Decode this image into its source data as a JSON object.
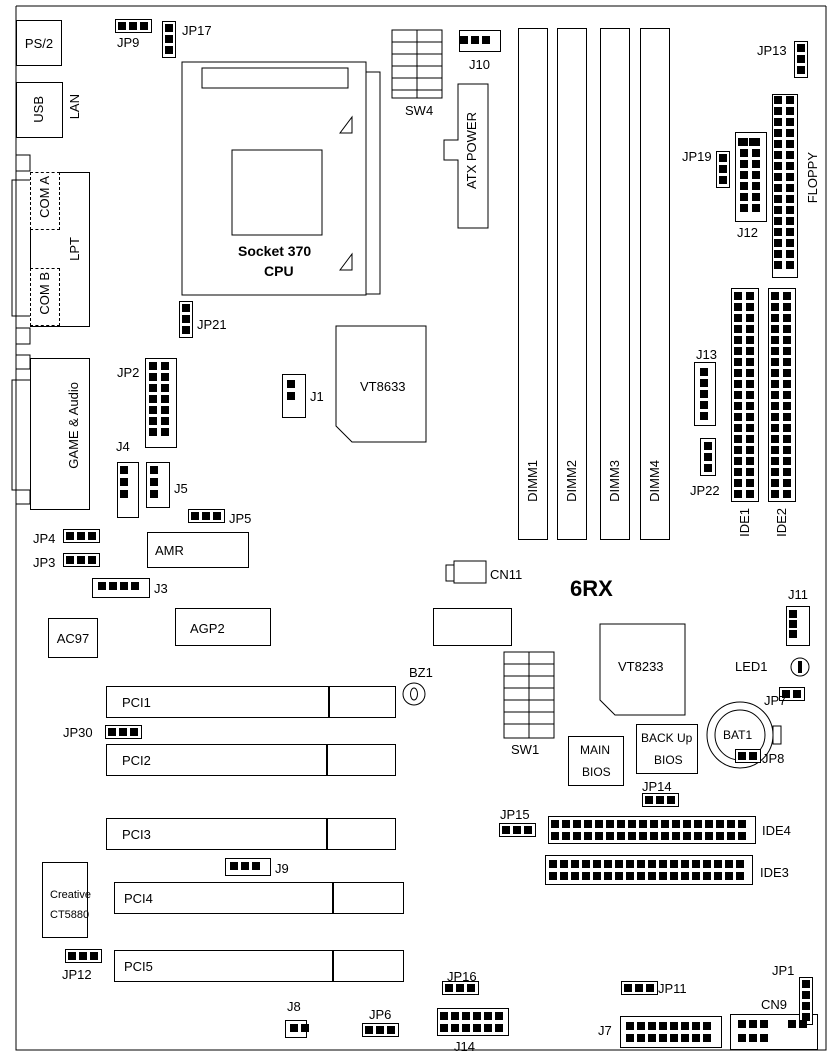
{
  "title": "6RX",
  "cpu": {
    "line1": "Socket 370",
    "line2": "CPU"
  },
  "chips": {
    "north": "VT8633",
    "south": "VT8233",
    "audio": "AC97",
    "creative1": "Creative",
    "creative2": "CT5880",
    "amr": "AMR"
  },
  "bios": {
    "main1": "MAIN",
    "main2": "BIOS",
    "backup1": "BACK Up",
    "backup2": "BIOS",
    "battery": "BAT1"
  },
  "io": {
    "ps2": "PS/2",
    "usb": "USB",
    "lan": "LAN",
    "coma": "COM A",
    "comb": "COM B",
    "lpt": "LPT",
    "game": "GAME & Audio"
  },
  "slots": {
    "dimm1": "DIMM1",
    "dimm2": "DIMM2",
    "dimm3": "DIMM3",
    "dimm4": "DIMM4",
    "agp": "AGP2",
    "pci1": "PCI1",
    "pci2": "PCI2",
    "pci3": "PCI3",
    "pci4": "PCI4",
    "pci5": "PCI5"
  },
  "ports": {
    "ide1": "IDE1",
    "ide2": "IDE2",
    "ide3": "IDE3",
    "ide4": "IDE4",
    "floppy": "FLOPPY",
    "atx": "ATX POWER"
  },
  "switches": {
    "sw1": "SW1",
    "sw4": "SW4"
  },
  "misc": {
    "bz1": "BZ1",
    "led1": "LED1",
    "cn9": "CN9",
    "cn11": "CN11"
  },
  "jumpers": {
    "jp1": "JP1",
    "jp2": "JP2",
    "jp3": "JP3",
    "jp4": "JP4",
    "jp5": "JP5",
    "jp6": "JP6",
    "jp7": "JP7",
    "jp8": "JP8",
    "jp9": "JP9",
    "jp11": "JP11",
    "jp12": "JP12",
    "jp13": "JP13",
    "jp14": "JP14",
    "jp15": "JP15",
    "jp16": "JP16",
    "jp17": "JP17",
    "jp19": "JP19",
    "jp21": "JP21",
    "jp22": "JP22",
    "jp30": "JP30"
  },
  "connectors": {
    "j1": "J1",
    "j3": "J3",
    "j4": "J4",
    "j5": "J5",
    "j7": "J7",
    "j8": "J8",
    "j9": "J9",
    "j10": "J10",
    "j11": "J11",
    "j12": "J12",
    "j13": "J13",
    "j14": "J14"
  }
}
